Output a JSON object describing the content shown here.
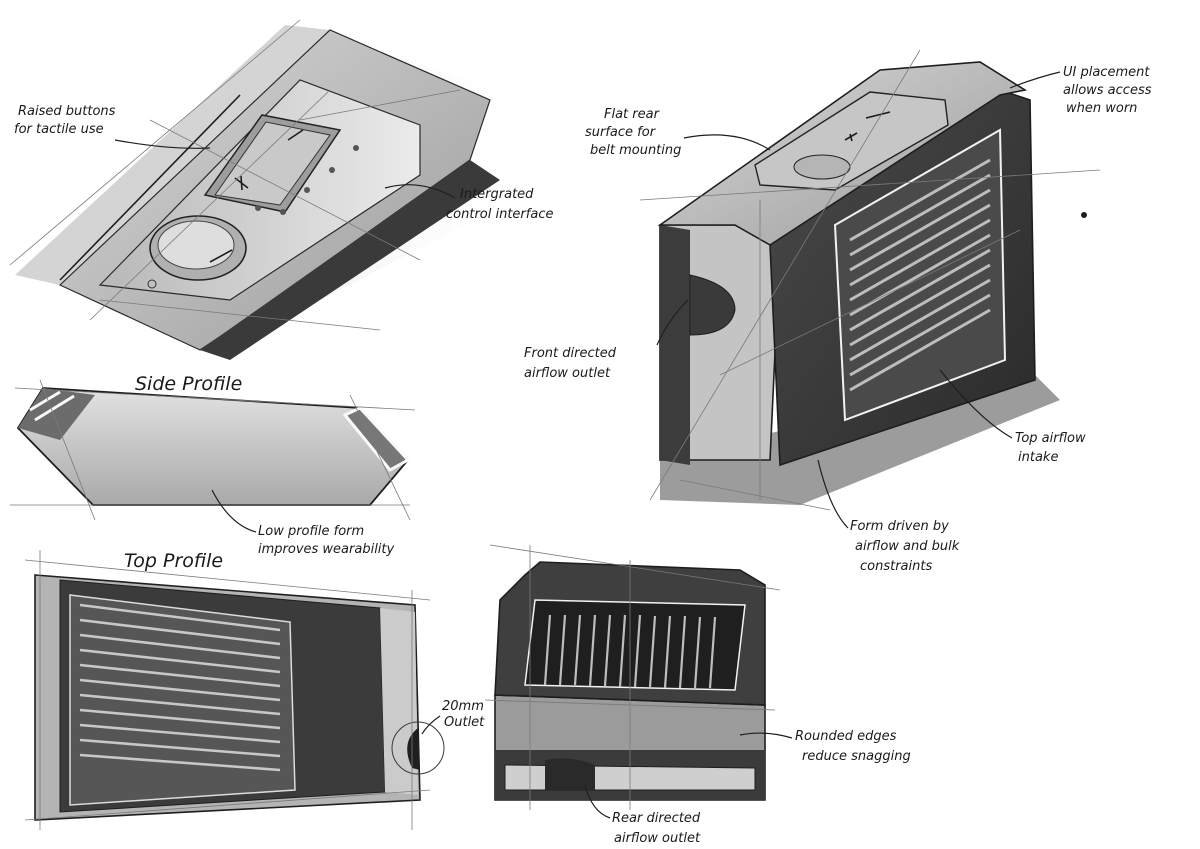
{
  "views": {
    "side_profile": "Side Profile",
    "top_profile": "Top Profile"
  },
  "annotations": {
    "raised_buttons": [
      "Raised buttons",
      "for tactile use"
    ],
    "integrated_control": [
      "Intergrated",
      "control interface"
    ],
    "flat_rear": [
      "Flat rear",
      "surface for",
      "belt mounting"
    ],
    "ui_placement": [
      "UI placement",
      "allows access",
      "when worn"
    ],
    "front_outlet": [
      "Front directed",
      "airflow outlet"
    ],
    "top_intake": [
      "Top airflow",
      "intake"
    ],
    "low_profile": [
      "Low profile form",
      "improves wearability"
    ],
    "form_driven": [
      "Form driven by",
      "airflow and bulk",
      "constraints"
    ],
    "outlet_size": [
      "20mm",
      "Outlet"
    ],
    "rounded_edges": [
      "Rounded edges",
      "reduce snagging"
    ],
    "rear_outlet": [
      "Rear directed",
      "airflow outlet"
    ]
  },
  "colors": {
    "ink": "#1e1e1e",
    "dark_body": "#3c3c3c",
    "mid_grey": "#8f8f8f",
    "light_grey": "#cfcfcf",
    "highlight": "#f2f2f2"
  }
}
